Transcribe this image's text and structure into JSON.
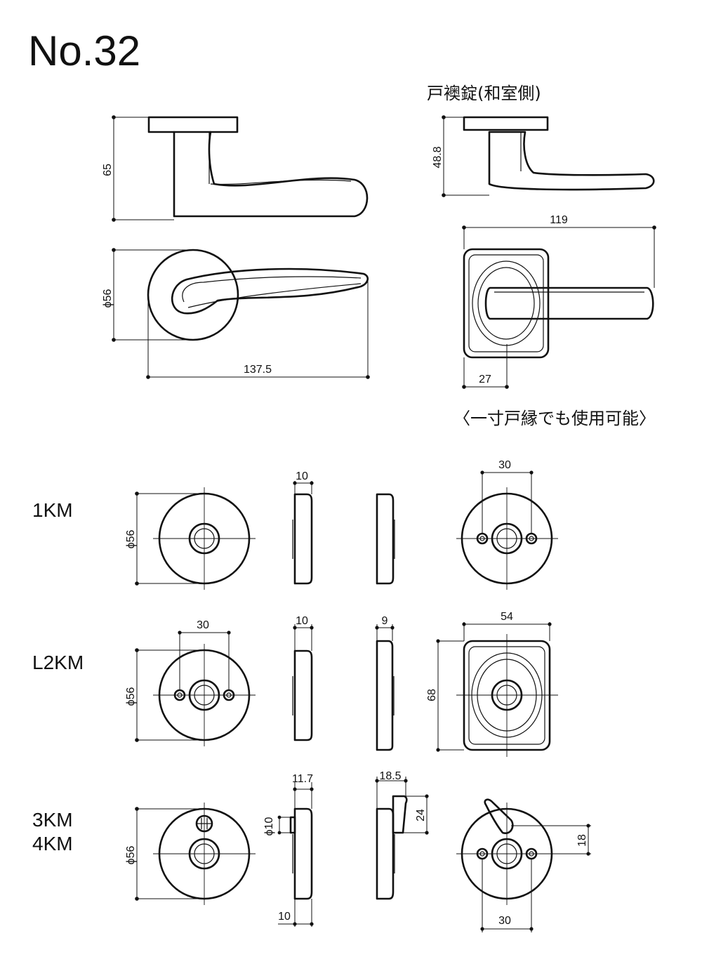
{
  "page": {
    "title": "No.32",
    "lock_caption": "戸襖錠(和室側)",
    "note": "〈一寸戸縁でも使用可能〉"
  },
  "top_dims": {
    "lever_height": "65",
    "rose_diameter": "ϕ56",
    "lever_length": "137.5",
    "lock_height": "48.8",
    "lock_length": "119",
    "lock_offset": "27"
  },
  "rows": [
    {
      "model": "1KM",
      "front_diameter": "ϕ56",
      "side_a_thickness": "10",
      "back_screw_pitch": "30"
    },
    {
      "model": "L2KM",
      "front_diameter": "ϕ56",
      "front_screw_pitch": "30",
      "side_a_thickness": "10",
      "side_b_thickness": "9",
      "plate_width": "54",
      "plate_height": "68"
    },
    {
      "model_lines": [
        "3KM",
        "4KM"
      ],
      "front_diameter": "ϕ56",
      "side_a_thickness": "11.7",
      "side_a_indicator": "ϕ10",
      "side_a_base": "10",
      "side_b_thickness": "18.5",
      "side_b_height": "24",
      "back_offset": "18",
      "back_screw_pitch": "30"
    }
  ]
}
